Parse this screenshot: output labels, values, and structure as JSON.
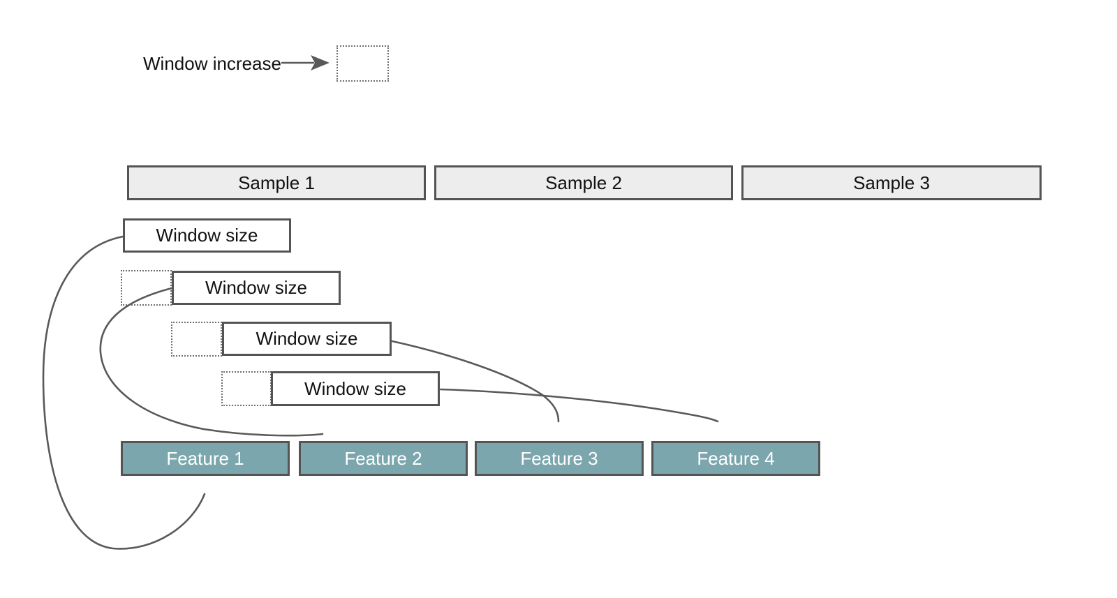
{
  "legend": {
    "label": "Window increase"
  },
  "samples": [
    {
      "label": "Sample 1"
    },
    {
      "label": "Sample 2"
    },
    {
      "label": "Sample 3"
    }
  ],
  "windows": [
    {
      "label": "Window size"
    },
    {
      "label": "Window size"
    },
    {
      "label": "Window size"
    },
    {
      "label": "Window size"
    }
  ],
  "features": [
    {
      "label": "Feature 1"
    },
    {
      "label": "Feature 2"
    },
    {
      "label": "Feature 3"
    },
    {
      "label": "Feature 4"
    }
  ],
  "colors": {
    "background": "#FFFFFF",
    "sample_fill": "#EDEDED",
    "feature_fill": "#7CA6AD",
    "feature_text": "#FFFFFF",
    "border": "#545454",
    "dotted_border": "#6E6E6E",
    "line": "#595959",
    "text": "#111111"
  }
}
